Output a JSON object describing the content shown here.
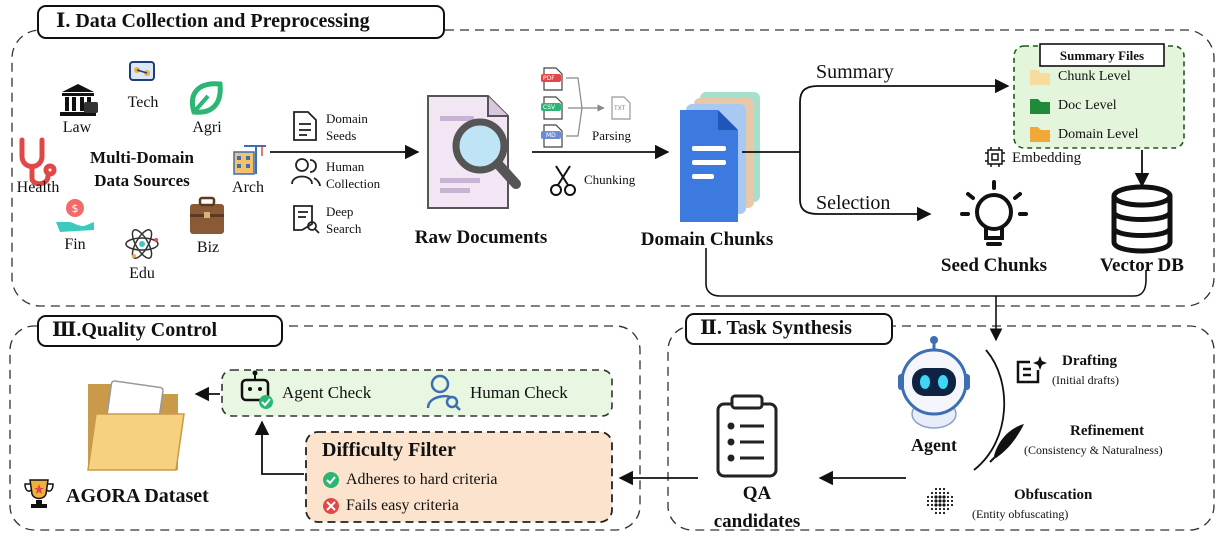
{
  "sections": {
    "collection": {
      "title": "Ⅰ. Data Collection and Preprocessing"
    },
    "synthesis": {
      "title": "Ⅱ. Task Synthesis"
    },
    "quality": {
      "title": "Ⅲ.Quality Control"
    }
  },
  "sources": {
    "title_line1": "Multi-Domain",
    "title_line2": "Data Sources",
    "domains": [
      "Law",
      "Tech",
      "Agri",
      "Health",
      "Arch",
      "Fin",
      "Biz",
      "Edu"
    ]
  },
  "collection_methods": [
    {
      "line1": "Domain",
      "line2": "Seeds",
      "icon": "document-icon"
    },
    {
      "line1": "Human",
      "line2": "Collection",
      "icon": "people-icon"
    },
    {
      "line1": "Deep",
      "line2": "Search",
      "icon": "search-doc-icon"
    }
  ],
  "file_types": [
    "PDF",
    "CSV",
    "MD",
    "TXT"
  ],
  "raw_documents": "Raw Documents",
  "parsing": "Parsing",
  "chunking": "Chunking",
  "domain_chunks": "Domain Chunks",
  "summary_label": "Summary",
  "selection_label": "Selection",
  "summary_files": {
    "title": "Summary Files",
    "levels": [
      "Chunk Level",
      "Doc Level",
      "Domain Level"
    ]
  },
  "embedding": "Embedding",
  "seed_chunks": "Seed Chunks",
  "vector_db": "Vector DB",
  "agent": "Agent",
  "synthesis_steps": [
    {
      "title": "Drafting",
      "sub": "(Initial drafts)"
    },
    {
      "title": "Refinement",
      "sub": "(Consistency & Naturalness)"
    },
    {
      "title": "Obfuscation",
      "sub": "(Entity obfuscating)"
    }
  ],
  "qa_line1": "QA",
  "qa_line2": "candidates",
  "checks": {
    "agent": "Agent Check",
    "human": "Human Check"
  },
  "difficulty_filter": {
    "title": "Difficulty Filter",
    "pass": "Adheres to hard criteria",
    "fail": "Fails easy criteria"
  },
  "dataset": "AGORA Dataset",
  "colors": {
    "summary_fill": "#e3f6dc",
    "summary_border": "#1a5c1a",
    "filter_fill": "#fbe3cd",
    "filter_border": "#2a2a2a",
    "check_fill": "#e8f7e2",
    "doc_blue": "#3d7ae0",
    "folder": "#f0c46a"
  }
}
